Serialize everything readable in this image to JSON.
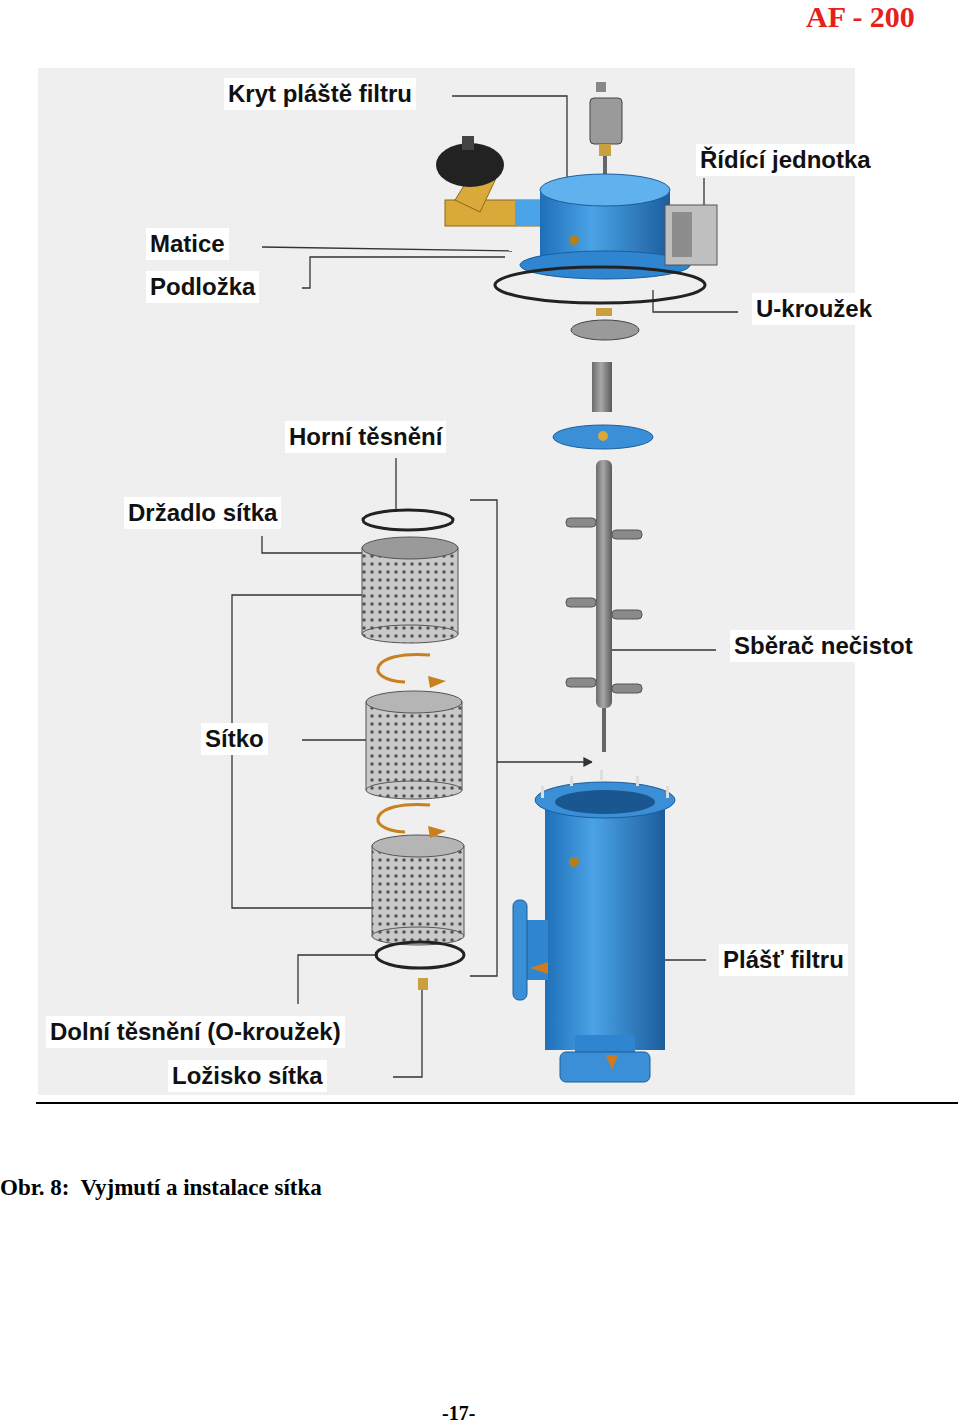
{
  "diagram": {
    "caption": "Obr. 8:  Vyjmutí a instalace sítka",
    "labels": [
      "AF - 200",
      "Kryt pláště filtru",
      "Řídící jednotka",
      "Matice",
      "Podložka",
      "U-kroužek",
      "Horní těsnění",
      "Držadlo sítka",
      "Sběrač nečistot",
      "Sítko",
      "Plášť filtru",
      "Dolní těsnění (O-kroužek)",
      "Ložisko sítka",
      "-17-"
    ]
  }
}
